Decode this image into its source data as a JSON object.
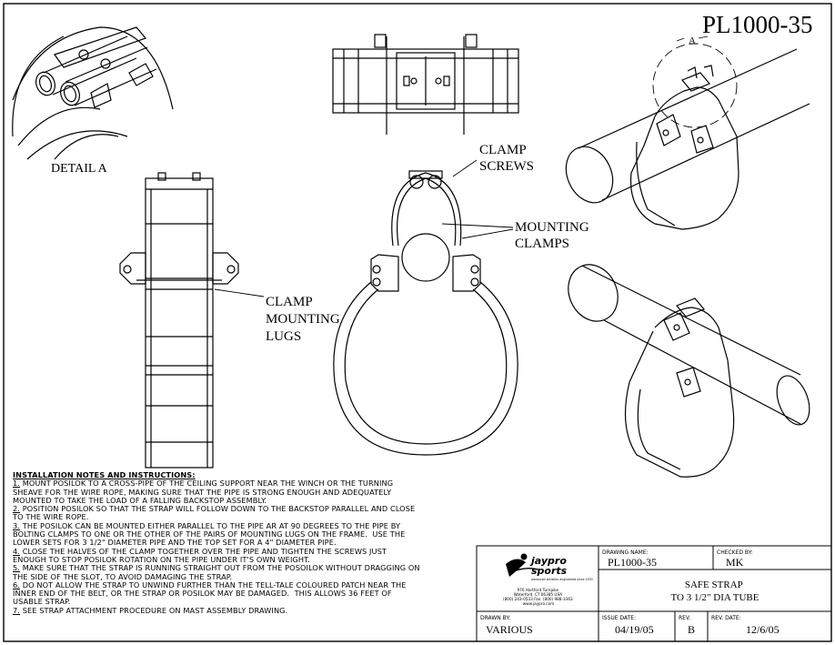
{
  "drawing_number_title": "PL1000-35",
  "labels": {
    "detail_a": "DETAIL A",
    "section_a": "A",
    "clamp_screws": [
      "CLAMP",
      "SCREWS"
    ],
    "mounting_clamps": [
      "MOUNTING",
      "CLAMPS"
    ],
    "clamp_mounting_lugs": [
      "CLAMP",
      "MOUNTING",
      "LUGS"
    ]
  },
  "notes": {
    "heading": "INSTALLATION NOTES AND INSTRUCTIONS:",
    "items": [
      {
        "num": "1.",
        "lines": [
          " MOUNT POSILOK TO A CROSS-PIPE OF THE CEILING SUPPORT NEAR THE WINCH OR THE TURNING",
          "SHEAVE FOR THE WIRE ROPE, MAKING SURE THAT THE PIPE IS STRONG ENOUGH AND ADEQUATELY",
          "MOUNTED TO TAKE THE LOAD OF A FALLING BACKSTOP ASSEMBLY."
        ]
      },
      {
        "num": "2.",
        "lines": [
          " POSITION POSILOK SO THAT THE STRAP WILL FOLLOW DOWN TO THE BACKSTOP PARALLEL AND CLOSE",
          "TO THE WIRE ROPE."
        ]
      },
      {
        "num": "3.",
        "lines": [
          " THE POSILOK CAN BE MOUNTED EITHER PARALLEL TO THE PIPE AR AT 90 DEGREES TO THE PIPE BY",
          "BOLTING CLAMPS TO ONE OR THE OTHER OF THE PAIRS OF MOUNTING LUGS ON THE FRAME.  USE THE",
          "LOWER SETS FOR 3 1/2\" DIAMETER PIPE AND THE TOP SET FOR A 4\" DIAMETER PIPE."
        ]
      },
      {
        "num": "4.",
        "lines": [
          " CLOSE THE HALVES OF THE CLAMP TOGETHER OVER THE PIPE AND TIGHTEN THE SCREWS JUST",
          "ENOUGH TO STOP POSILOK ROTATION ON THE PIPE UNDER IT'S OWN WEIGHT."
        ]
      },
      {
        "num": "5.",
        "lines": [
          " MAKE SURE THAT THE STRAP IS RUNNING STRAIGHT OUT FROM THE POSOILOK WITHOUT DRAGGING ON",
          "THE SIDE OF THE SLOT, TO AVOID DAMAGING THE STRAP."
        ]
      },
      {
        "num": "6.",
        "lines": [
          " DO NOT ALLOW THE STRAP TO UNWIND FURTHER THAN THE TELL-TALE COLOURED PATCH NEAR THE",
          "INNER END OF THE BELT, OR THE STRAP OR POSILOK MAY BE DAMAGED.  THIS ALLOWS 36 FEET OF",
          "USABLE STRAP."
        ]
      },
      {
        "num": "7.",
        "lines": [
          " SEE STRAP ATTACHMENT PROCEDURE ON MAST ASSEMBLY DRAWING."
        ]
      }
    ]
  },
  "title_block": {
    "logo_text": [
      "jaypro",
      "sports"
    ],
    "logo_tagline": "advanced athletics engineered since 1933",
    "address": [
      "976 Hartford Turnpike",
      "Waterford, CT 06385 USA",
      "(800) 243-0533 Fax: (800) 988-3363",
      "www.jaypro.com"
    ],
    "drawing_name_label": "DRAWING NAME:",
    "drawing_name": "PL1000-35",
    "checked_by_label": "CHECKED BY:",
    "checked_by": "MK",
    "description": [
      "SAFE STRAP",
      "TO 3 1/2\" DIA TUBE"
    ],
    "drawn_by_label": "DRAWN BY:",
    "drawn_by": "VARIOUS",
    "issue_date_label": "ISSUE DATE:",
    "issue_date": "04/19/05",
    "rev_label": "REV.",
    "rev": "B",
    "rev_date_label": "REV. DATE:",
    "rev_date": "12/6/05"
  }
}
